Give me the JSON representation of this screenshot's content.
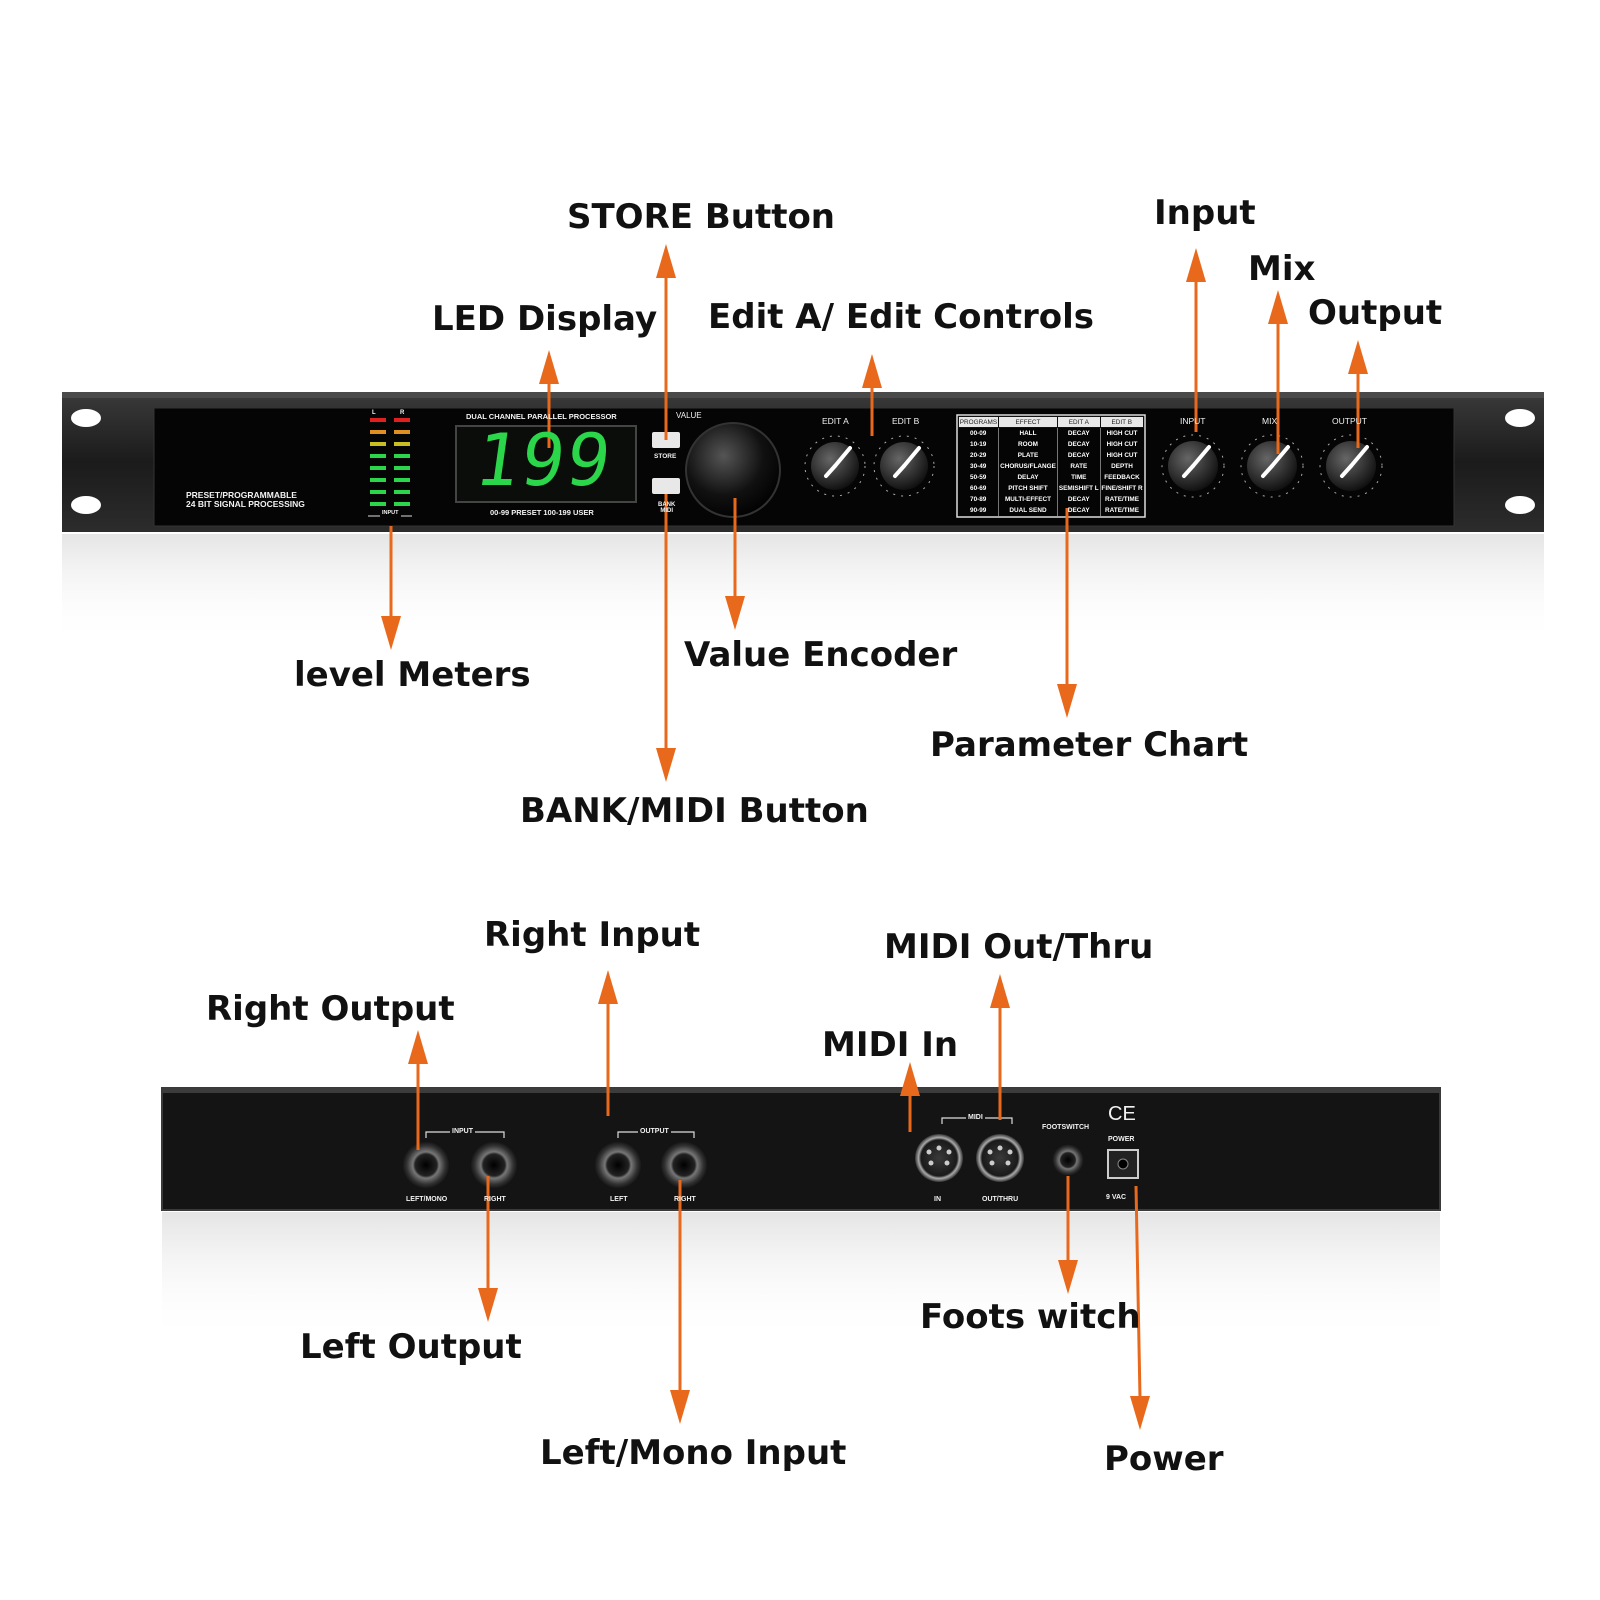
{
  "callouts": {
    "store_button": "STORE Button",
    "led_display": "LED Display",
    "edit_controls": "Edit A/ Edit Controls",
    "input": "Input",
    "mix": "Mix",
    "output": "Output",
    "level_meters": "level Meters",
    "value_encoder": "Value Encoder",
    "parameter_chart": "Parameter Chart",
    "bank_midi_button": "BANK/MIDI Button",
    "right_input": "Right Input",
    "midi_out_thru": "MIDI Out/Thru",
    "right_output": "Right Output",
    "midi_in": "MIDI In",
    "left_output": "Left Output",
    "foots_witch": "Foots witch",
    "left_mono_input": "Left/Mono Input",
    "power": "Power"
  },
  "front_panel": {
    "brand_line1": "PRESET/PROGRAMMABLE",
    "brand_line2": "24 BIT SIGNAL PROCESSING",
    "processor_title": "DUAL CHANNEL PARALLEL PROCESSOR",
    "led_value": "199",
    "preset_range": "00-99 PRESET   100-199 USER",
    "value_label": "VALUE",
    "store_label": "STORE",
    "bank_midi_label": "BANK\nMIDI",
    "meter_l": "L",
    "meter_r": "R",
    "meter_input": "INPUT",
    "edit_a": "EDIT A",
    "edit_b": "EDIT B",
    "input_knob": "INPUT",
    "mix_knob": "MIX",
    "output_knob": "OUTPUT",
    "chart_headers": [
      "PROGRAMS",
      "EFFECT",
      "EDIT A",
      "EDIT B"
    ],
    "chart_rows": [
      [
        "00-09",
        "HALL",
        "DECAY",
        "HIGH CUT"
      ],
      [
        "10-19",
        "ROOM",
        "DECAY",
        "HIGH CUT"
      ],
      [
        "20-29",
        "PLATE",
        "DECAY",
        "HIGH CUT"
      ],
      [
        "30-49",
        "CHORUS/FLANGE",
        "RATE",
        "DEPTH"
      ],
      [
        "50-59",
        "DELAY",
        "TIME",
        "FEEDBACK"
      ],
      [
        "60-69",
        "PITCH SHIFT",
        "SEMISHIFT L",
        "FINE/SHIFT R"
      ],
      [
        "70-89",
        "MULTI-EFFECT",
        "DECAY",
        "RATE/TIME"
      ],
      [
        "90-99",
        "DUAL SEND",
        "DECAY",
        "RATE/TIME"
      ]
    ]
  },
  "rear_panel": {
    "input_group": "INPUT",
    "output_group": "OUTPUT",
    "midi_group": "MIDI",
    "left_mono": "LEFT/MONO",
    "right_in": "RIGHT",
    "left_out": "LEFT",
    "right_out": "RIGHT",
    "midi_in": "IN",
    "midi_out_thru": "OUT/THRU",
    "footswitch": "FOOTSWITCH",
    "power": "POWER",
    "vac": "9 VAC",
    "ce": "CE"
  },
  "colors": {
    "arrow": "#e8691c",
    "led": "#2bd64a",
    "panel": "#111111"
  }
}
